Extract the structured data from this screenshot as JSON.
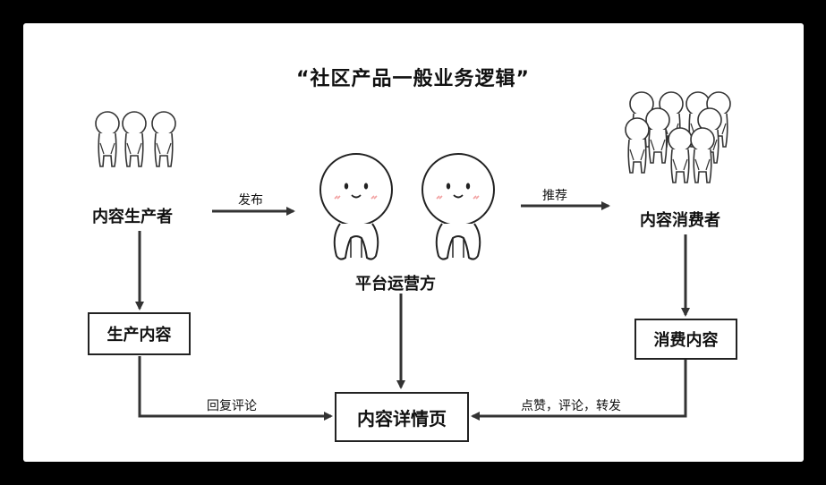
{
  "title": "“社区产品一般业务逻辑”",
  "nodes": {
    "producer": "内容生产者",
    "platform": "平台运营方",
    "consumer": "内容消费者",
    "produce_content": "生产内容",
    "consume_content": "消费内容",
    "detail_page": "内容详情页"
  },
  "edges": {
    "publish": "发布",
    "recommend": "推荐",
    "reply_comment": "回复评论",
    "like_comment_share": "点赞，评论，转发"
  },
  "colors": {
    "background": "#000000",
    "canvas": "#ffffff",
    "line": "#333333",
    "blush": "#f2a0a0"
  }
}
